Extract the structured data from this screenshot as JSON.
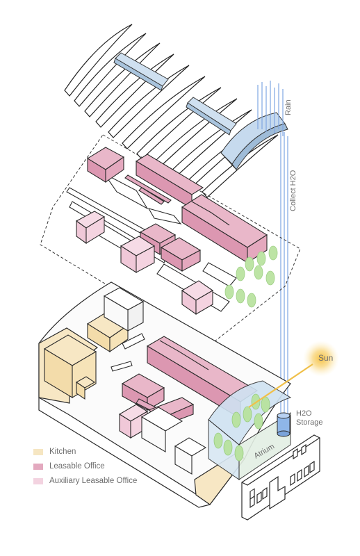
{
  "labels": {
    "rain": "Rain",
    "collect": "Collect H2O",
    "sun": "Sun",
    "storage_line1": "H2O",
    "storage_line2": "Storage",
    "atrium": "Atrium"
  },
  "legend": [
    {
      "label": "Kitchen",
      "color": "#f6e6c2"
    },
    {
      "label": "Leasable Office",
      "color": "#e3a9bf"
    },
    {
      "label": "Auxiliary Leasable Office",
      "color": "#f3d3e0"
    }
  ],
  "colors": {
    "kitchen": "#f7e7c4",
    "office": "#e6adc2",
    "aux_office": "#f5d8e3",
    "glass": "#c9dcef",
    "tree": "#b9e2a2",
    "water": "#8fb2e6",
    "sun": "#f6c244",
    "line": "#2b2b2b"
  }
}
